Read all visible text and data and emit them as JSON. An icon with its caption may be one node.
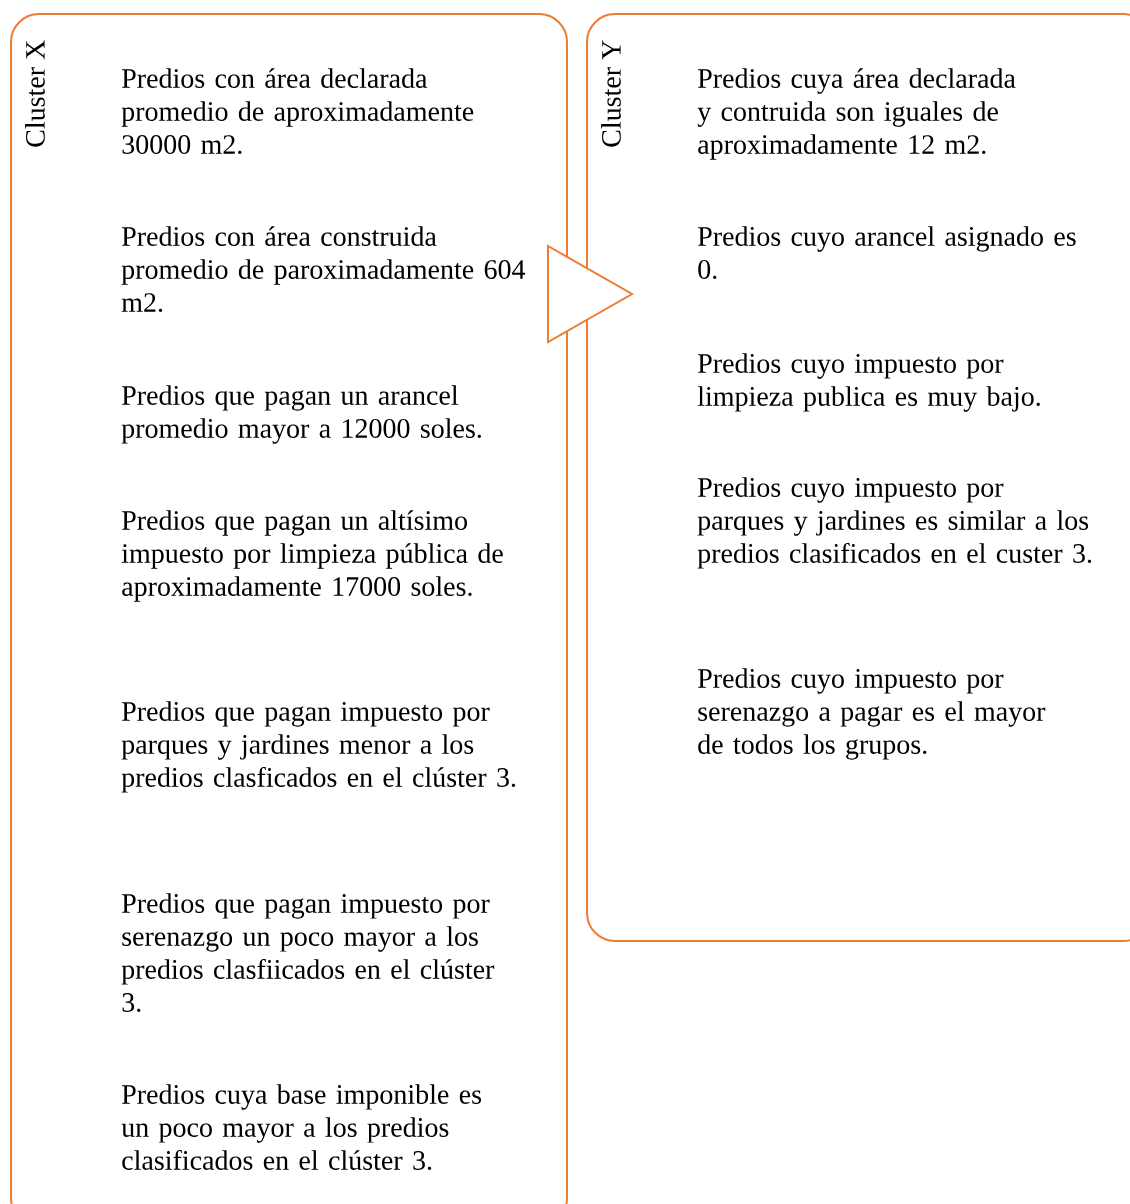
{
  "diagram": {
    "nodes": [
      {
        "text": [
          "Cluster X",
          "Predios con área declarada promedio de aproximadamente 30000 m2.",
          "Predios con área construida promedio de paroximadamente 604 m2.",
          "Predios que pagan un arancel promedio mayor a 12000 soles.",
          "Predios que pagan un altísimo impuesto por limpieza pública de aproximadamente 17000 soles.",
          "Predios que pagan impuesto por parques y jardines menor a los predios clasficados en el clúster 3.",
          "Predios que pagan impuesto por serenazgo un poco mayor a los predios clasfiicados en el clúster 3.",
          "Predios cuya base imponible es un poco mayor a los predios clasificados en el clúster 3."
        ]
      },
      {
        "text": [
          "Cluster Y",
          "Predios cuya área declarada y contruida son iguales de aproximadamente 12 m2.",
          "Predios cuyo arancel asignado es 0.",
          "Predios cuyo impuesto por limpieza publica es muy bajo.",
          "Predios cuyo impuesto por parques y jardines es similar a los predios clasificados en el custer 3.",
          "Predios cuyo impuesto por serenazgo a pagar es el mayor de todos los grupos."
        ]
      }
    ],
    "edges": [
      {
        "from": 0,
        "to": 1,
        "arrow": "to"
      }
    ]
  }
}
